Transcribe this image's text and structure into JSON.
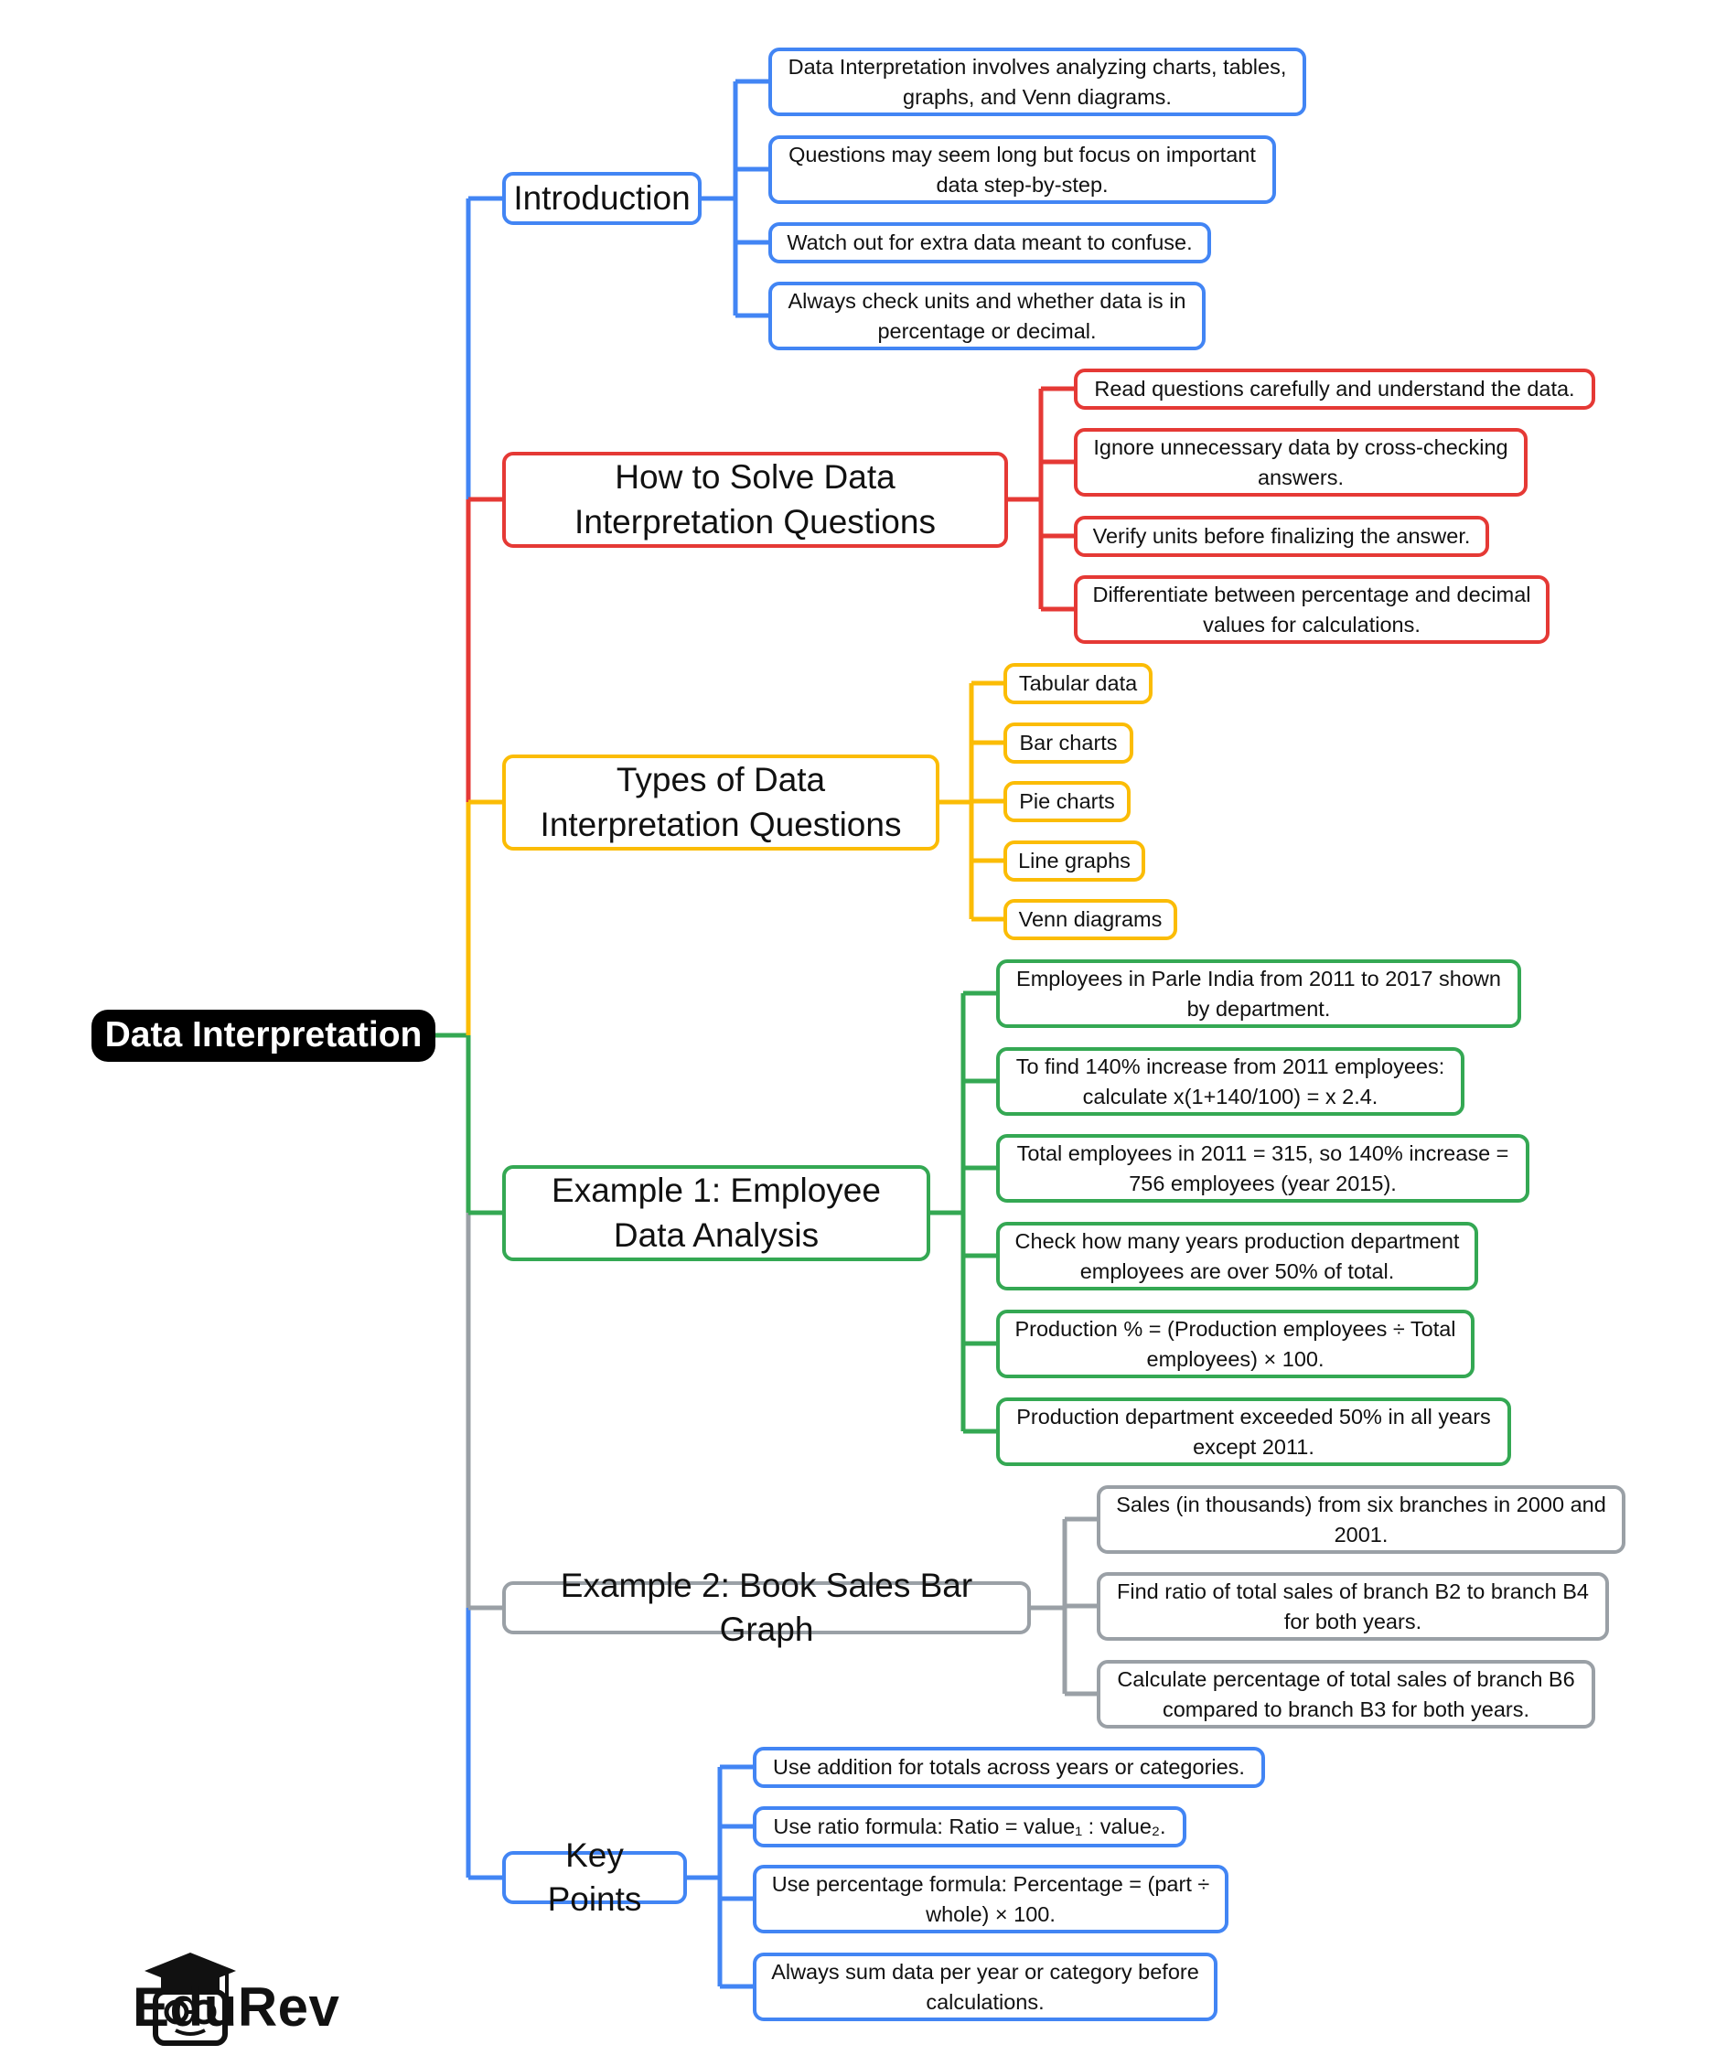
{
  "root": {
    "label": "Data Interpretation"
  },
  "colors": {
    "blue": "#4285f4",
    "red": "#e53935",
    "yellow": "#fbbc05",
    "green": "#34a853",
    "gray": "#9aa0a6"
  },
  "branches": [
    {
      "label": "Introduction",
      "color": "blue",
      "items": [
        "Data Interpretation involves analyzing charts, tables, graphs, and Venn diagrams.",
        "Questions may seem long but focus on important data step-by-step.",
        "Watch out for extra data meant to confuse.",
        "Always check units and whether data is in percentage or decimal."
      ]
    },
    {
      "label": "How to Solve Data Interpretation Questions",
      "color": "red",
      "items": [
        "Read questions carefully and understand the data.",
        "Ignore unnecessary data by cross-checking answers.",
        "Verify units before finalizing the answer.",
        "Differentiate between percentage and decimal values for calculations."
      ]
    },
    {
      "label": "Types of Data Interpretation Questions",
      "color": "yellow",
      "items": [
        "Tabular data",
        "Bar charts",
        "Pie charts",
        "Line graphs",
        "Venn diagrams"
      ]
    },
    {
      "label": "Example 1: Employee Data Analysis",
      "color": "green",
      "items": [
        "Employees in Parle India from 2011 to 2017 shown by department.",
        "To find 140% increase from 2011 employees: calculate x(1+140/100) = x 2.4.",
        "Total employees in 2011 = 315, so 140% increase = 756 employees (year 2015).",
        "Check how many years production department employees are over 50% of total.",
        "Production % = (Production employees ÷ Total employees) × 100.",
        "Production department exceeded 50% in all years except 2011."
      ]
    },
    {
      "label": "Example 2: Book Sales Bar Graph",
      "color": "gray",
      "items": [
        "Sales (in thousands) from six branches in 2000 and 2001.",
        "Find ratio of total sales of branch B2 to branch B4 for both years.",
        "Calculate percentage of total sales of branch B6 compared to branch B3 for both years."
      ]
    },
    {
      "label": "Key Points",
      "color": "blue",
      "items": [
        "Use addition for totals across years or categories.",
        "Use ratio formula: Ratio = value₁ : value₂.",
        "Use percentage formula: Percentage = (part ÷ whole) × 100.",
        "Always sum data per year or category before calculations."
      ]
    }
  ],
  "logo": {
    "text": "EduRev",
    "icon": "graduation-cap-mascot-icon"
  }
}
